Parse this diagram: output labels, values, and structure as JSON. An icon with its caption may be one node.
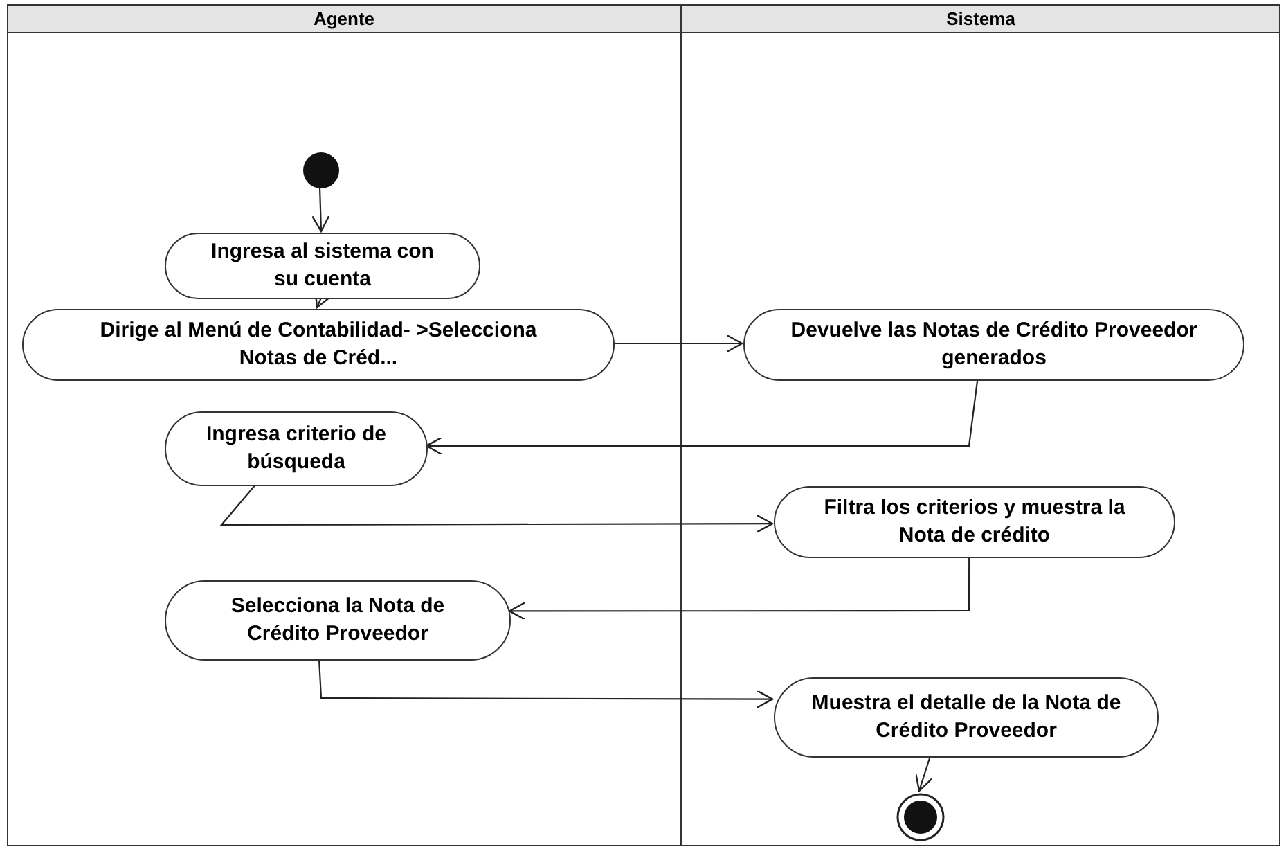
{
  "diagram": {
    "nodes": [
      {
        "text": [
          "Agente"
        ]
      },
      {
        "text": [
          "Sistema"
        ]
      },
      {
        "text": [],
        "shape": "circle",
        "in": 0
      },
      {
        "text": [
          "Ingresa al sistema con su cuenta"
        ],
        "in": 0
      },
      {
        "text": [
          "Dirige al Menú de Contabilidad- >Selecciona Notas de Créd..."
        ],
        "in": 0
      },
      {
        "text": [
          "Devuelve las Notas de Crédito Proveedor generados"
        ],
        "in": 1
      },
      {
        "text": [
          "Ingresa criterio de búsqueda"
        ],
        "in": 0
      },
      {
        "text": [
          "Filtra los criterios y muestra la Nota de crédito"
        ],
        "in": 1
      },
      {
        "text": [
          "Selecciona la Nota de Crédito Proveedor"
        ],
        "in": 0
      },
      {
        "text": [
          "Muestra el detalle de la Nota de Crédito Proveedor"
        ],
        "in": 1
      },
      {
        "text": [],
        "shape": "circle",
        "in": 1
      }
    ],
    "edges": [
      {
        "from": 2,
        "to": 3,
        "arrow": "to"
      },
      {
        "from": 3,
        "to": 4,
        "arrow": "to"
      },
      {
        "from": 4,
        "to": 5,
        "arrow": "to"
      },
      {
        "from": 5,
        "to": 6,
        "arrow": "to"
      },
      {
        "from": 6,
        "to": 7,
        "arrow": "to"
      },
      {
        "from": 7,
        "to": 8,
        "arrow": "to"
      },
      {
        "from": 8,
        "to": 9,
        "arrow": "to"
      },
      {
        "from": 9,
        "to": 10,
        "arrow": "to"
      }
    ]
  }
}
